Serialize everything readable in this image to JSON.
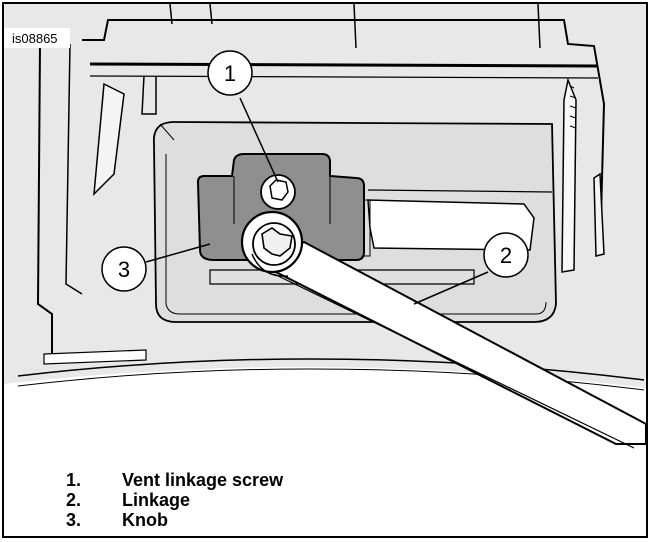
{
  "figure": {
    "id_label": "is08865",
    "callouts": [
      {
        "number": "1"
      },
      {
        "number": "2"
      },
      {
        "number": "3"
      }
    ],
    "legend": [
      {
        "number": "1.",
        "text": "Vent linkage screw"
      },
      {
        "number": "2.",
        "text": "Linkage"
      },
      {
        "number": "3.",
        "text": "Knob"
      }
    ]
  }
}
